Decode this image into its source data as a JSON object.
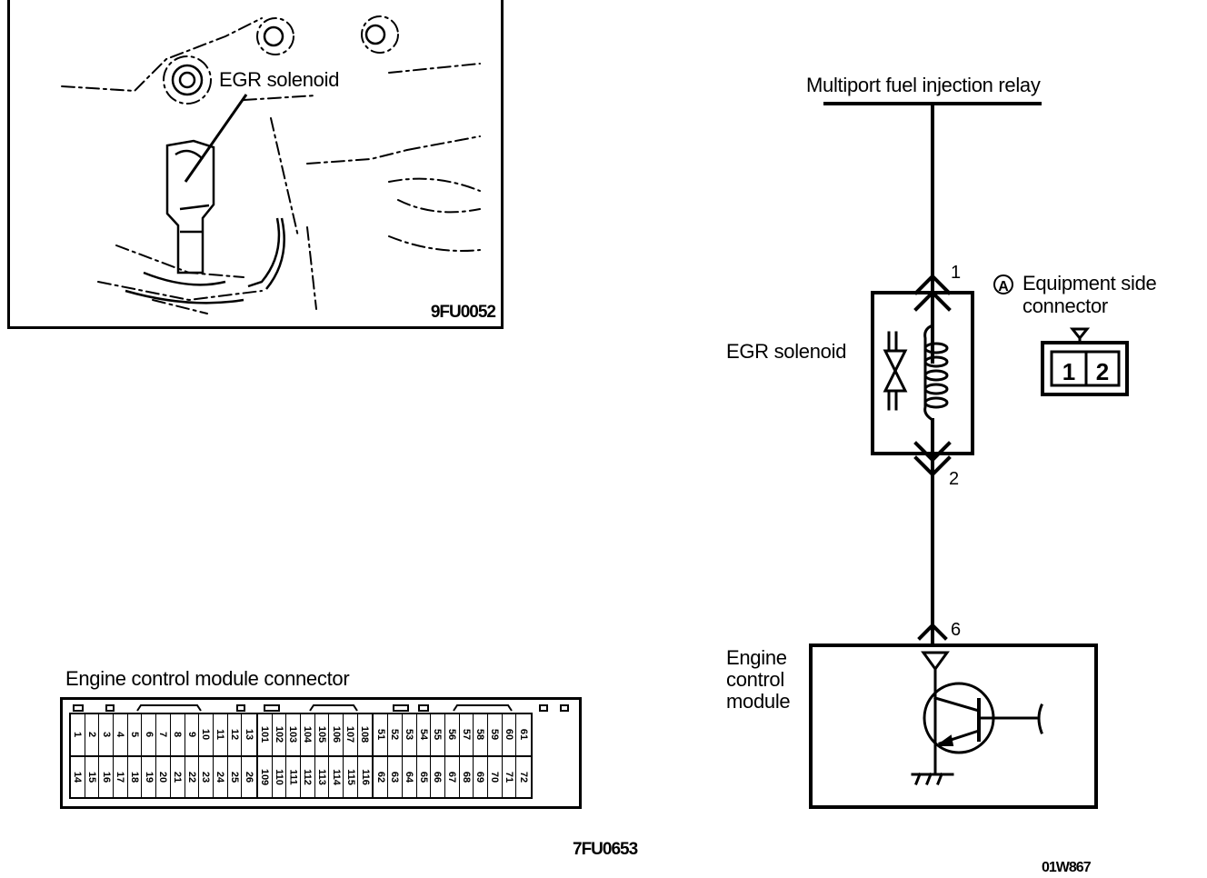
{
  "photo_panel": {
    "callout": "EGR solenoid",
    "figure_code": "9FU0052"
  },
  "ecm_connector": {
    "title": "Engine control module connector",
    "groups": [
      {
        "top": [
          "1",
          "2",
          "3",
          "4",
          "5",
          "6",
          "7",
          "8",
          "9",
          "10",
          "11",
          "12",
          "13"
        ],
        "bottom": [
          "14",
          "15",
          "16",
          "17",
          "18",
          "19",
          "20",
          "21",
          "22",
          "23",
          "24",
          "25",
          "26"
        ]
      },
      {
        "top": [
          "101",
          "102",
          "103",
          "104",
          "105",
          "106",
          "107",
          "108"
        ],
        "bottom": [
          "109",
          "110",
          "111",
          "112",
          "113",
          "114",
          "115",
          "116"
        ]
      },
      {
        "top": [
          "51",
          "52",
          "53",
          "54",
          "55",
          "56",
          "57",
          "58",
          "59",
          "60",
          "61"
        ],
        "bottom": [
          "62",
          "63",
          "64",
          "65",
          "66",
          "67",
          "68",
          "69",
          "70",
          "71",
          "72"
        ]
      }
    ],
    "figure_code": "7FU0653"
  },
  "circuit": {
    "relay_label": "Multiport fuel injection relay",
    "solenoid_label": "EGR solenoid",
    "pin_top": "1",
    "pin_bottom": "2",
    "ecm_pin": "6",
    "ecm_label_lines": [
      "Engine",
      "control",
      "module"
    ],
    "connector_marker": "A",
    "connector_label_lines": [
      "Equipment side",
      "connector"
    ],
    "connector_pins": [
      "1",
      "2"
    ],
    "figure_code": "01W867"
  }
}
